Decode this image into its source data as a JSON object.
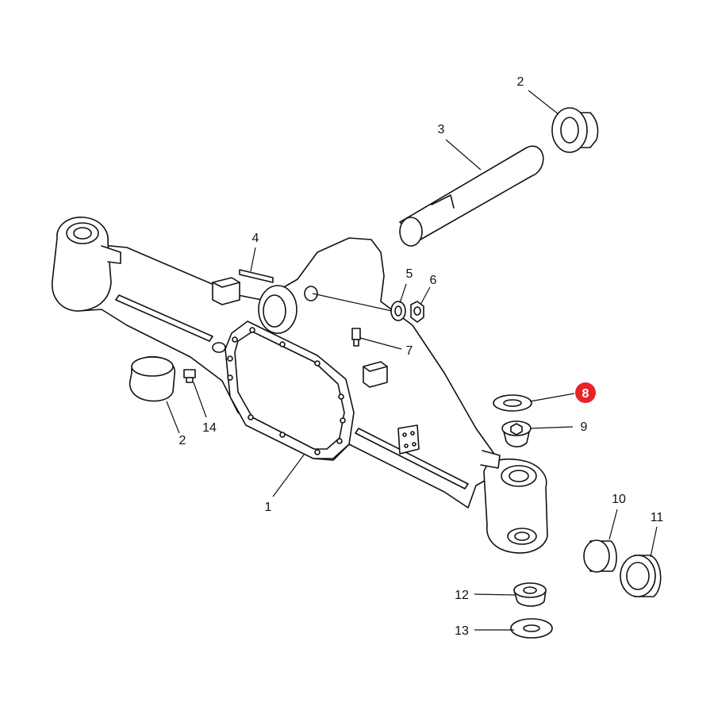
{
  "diagram": {
    "highlight_color": "#e8232a",
    "highlighted_callout": "8",
    "callouts": [
      {
        "id": "c2a",
        "label": "2"
      },
      {
        "id": "c3",
        "label": "3"
      },
      {
        "id": "c4",
        "label": "4"
      },
      {
        "id": "c5",
        "label": "5"
      },
      {
        "id": "c6",
        "label": "6"
      },
      {
        "id": "c7",
        "label": "7"
      },
      {
        "id": "c8",
        "label": "8"
      },
      {
        "id": "c9",
        "label": "9"
      },
      {
        "id": "c2b",
        "label": "2"
      },
      {
        "id": "c14",
        "label": "14"
      },
      {
        "id": "c1",
        "label": "1"
      },
      {
        "id": "c10",
        "label": "10"
      },
      {
        "id": "c11",
        "label": "11"
      },
      {
        "id": "c12",
        "label": "12"
      },
      {
        "id": "c13",
        "label": "13"
      }
    ]
  }
}
